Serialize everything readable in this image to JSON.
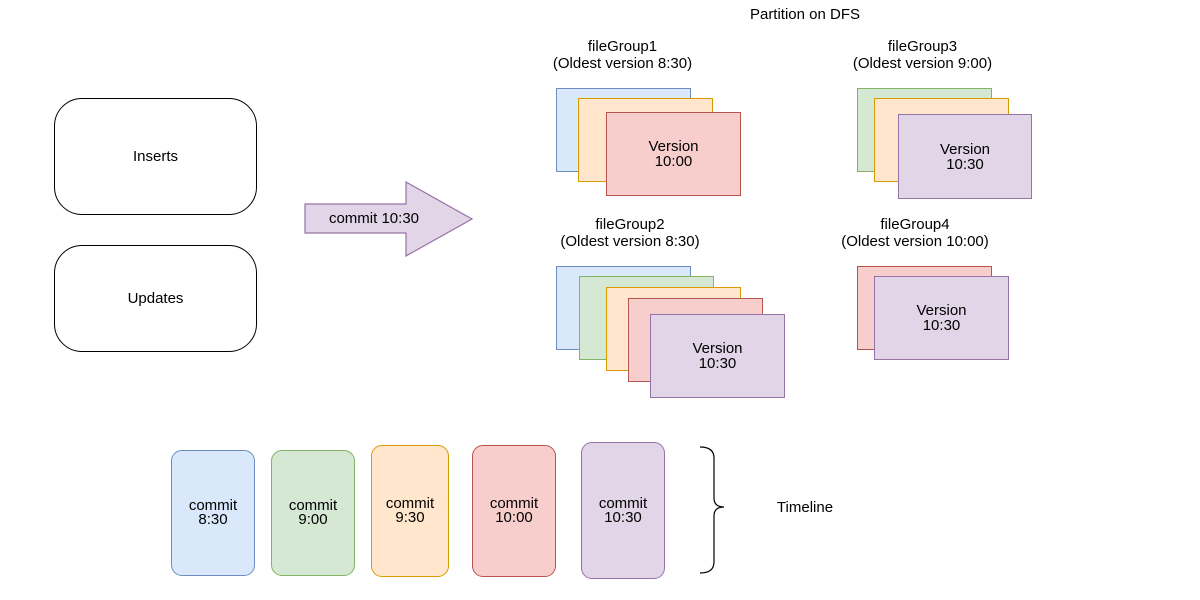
{
  "title": "Partition on DFS",
  "sources": [
    {
      "label": "Inserts"
    },
    {
      "label": "Updates"
    }
  ],
  "arrow": {
    "label": "commit 10:30",
    "color": "#e1d5e7",
    "stroke": "#9673a6"
  },
  "palette": {
    "blue": {
      "fill": "#dae8fc",
      "stroke": "#6c8ebf"
    },
    "green": {
      "fill": "#d5e8d4",
      "stroke": "#82b366"
    },
    "orange": {
      "fill": "#ffe6cc",
      "stroke": "#d79b00"
    },
    "red": {
      "fill": "#f8cecc",
      "stroke": "#b85450"
    },
    "purple": {
      "fill": "#e1d5e7",
      "stroke": "#9673a6"
    }
  },
  "file_groups": [
    {
      "name": "fileGroup1",
      "subtitle": "(Oldest version 8:30)",
      "versions": [
        "blue",
        "orange",
        "red"
      ],
      "top_version_label": "Version\n10:00"
    },
    {
      "name": "fileGroup3",
      "subtitle": "(Oldest version 9:00)",
      "versions": [
        "green",
        "orange",
        "purple"
      ],
      "top_version_label": "Version\n10:30"
    },
    {
      "name": "fileGroup2",
      "subtitle": "(Oldest version 8:30)",
      "versions": [
        "blue",
        "green",
        "orange",
        "red",
        "purple"
      ],
      "top_version_label": "Version\n10:30"
    },
    {
      "name": "fileGroup4",
      "subtitle": "(Oldest version 10:00)",
      "versions": [
        "red",
        "purple"
      ],
      "top_version_label": "Version\n10:30"
    }
  ],
  "timeline": {
    "label": "Timeline",
    "commits": [
      {
        "label": "commit\n8:30",
        "color": "blue"
      },
      {
        "label": "commit\n9:00",
        "color": "green"
      },
      {
        "label": "commit\n9:30",
        "color": "orange"
      },
      {
        "label": "commit\n10:00",
        "color": "red"
      },
      {
        "label": "commit\n10:30",
        "color": "purple"
      }
    ]
  }
}
